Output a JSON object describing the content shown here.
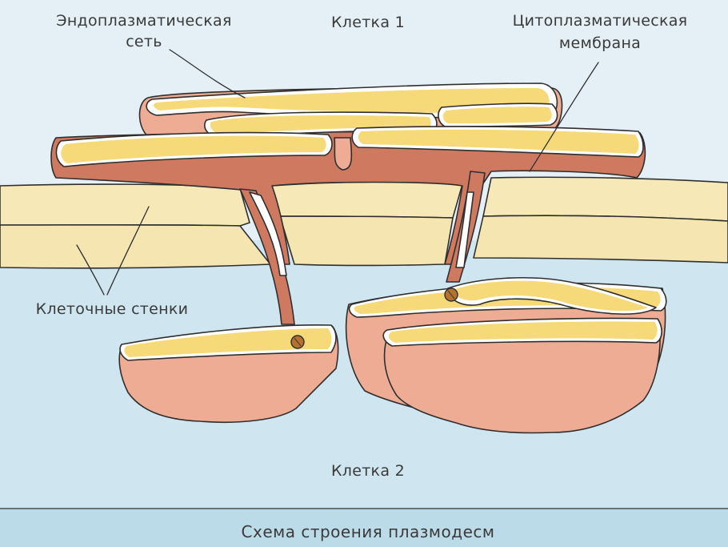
{
  "labels": {
    "er": [
      "Эндоплазматическая",
      "сеть"
    ],
    "cell1": "Клетка 1",
    "membrane": [
      "Цитоплазматическая",
      "мембрана"
    ],
    "walls": "Клеточные стенки",
    "cell2": "Клетка 2"
  },
  "caption": "Схема строения плазмодесм",
  "colors": {
    "background_top": "#e4f0f6",
    "background_bottom": "#cfe6f1",
    "caption_band": "#bcdbe9",
    "cell_wall": "#f7e8b8",
    "cytoplasm": "#eeac94",
    "cytoplasm_dark": "#c9735a",
    "er": "#f6d978",
    "outline": "#2f2f2f"
  }
}
